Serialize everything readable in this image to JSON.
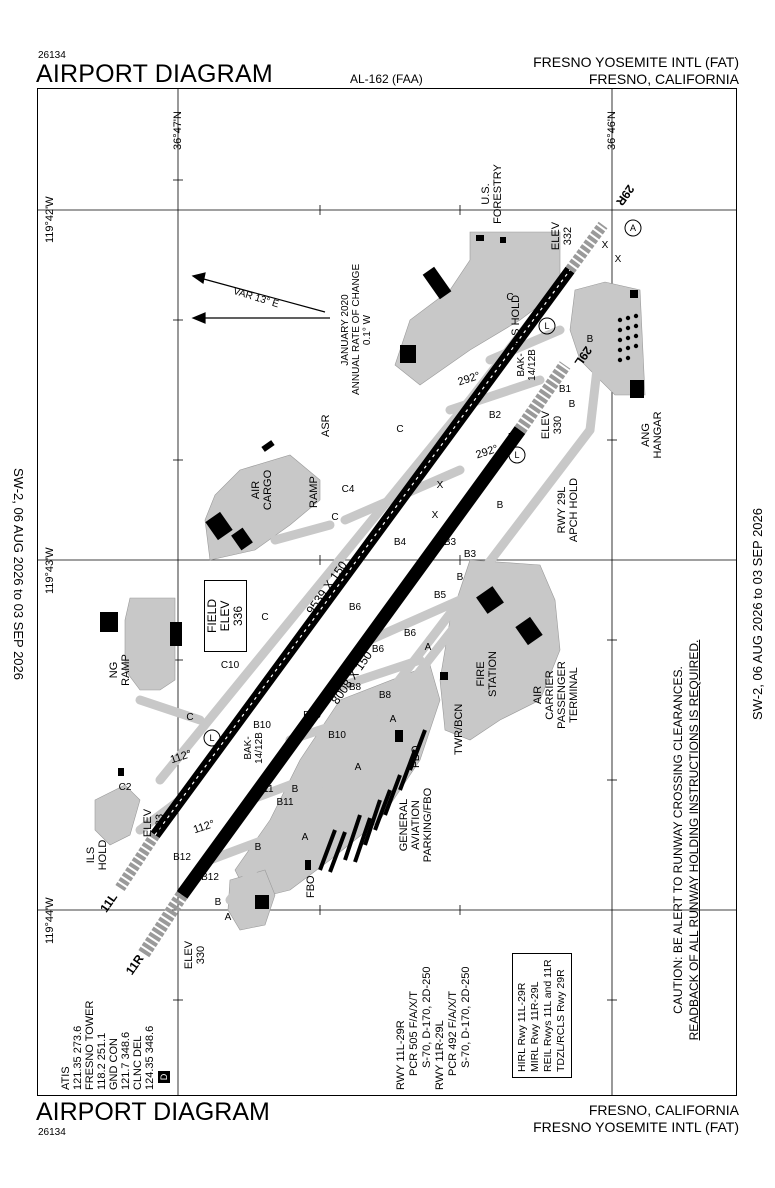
{
  "header": {
    "number": "26134",
    "title": "AIRPORT DIAGRAM",
    "chart_ref": "AL-162 (FAA)",
    "airport": "FRESNO YOSEMITE INTL (FAT)",
    "city": "FRESNO, CALIFORNIA"
  },
  "footer": {
    "title": "AIRPORT DIAGRAM",
    "number": "26134",
    "city": "FRESNO, CALIFORNIA",
    "airport": "FRESNO YOSEMITE INTL (FAT)"
  },
  "effective": {
    "left": "SW-2,  06 AUG 2026  to  03 SEP 2026",
    "right": "SW-2,  06 AUG 2026  to  03 SEP 2026"
  },
  "coords": {
    "lat1": "36°47'N",
    "lat2": "36°46'N",
    "lon1": "119°42'W",
    "lon2": "119°43'W",
    "lon3": "119°44'W"
  },
  "variation": {
    "var": "VAR 13° E",
    "l1": "JANUARY 2020",
    "l2": "ANNUAL RATE OF CHANGE",
    "l3": "0.1° W"
  },
  "field_elev": {
    "l1": "FIELD",
    "l2": "ELEV",
    "l3": "336"
  },
  "runways": {
    "r1": "9539 X 150",
    "r2": "8008 X 150",
    "e29r_l": "ELEV",
    "e29r_v": "332",
    "e29l_l": "ELEV",
    "e29l_v": "330",
    "e11l_l": "ELEV",
    "e11l_v": "333",
    "e11r_l": "ELEV",
    "e11r_v": "330",
    "id29r": "29R",
    "id29l": "29L",
    "id11l": "11L",
    "id11r": "11R",
    "hd292a": "292°",
    "hd292b": "292°",
    "hd112a": "112°",
    "hd112b": "112°",
    "bak1_l1": "BAK-",
    "bak1_l2": "14/12B",
    "bak2_l1": "BAK-",
    "bak2_l2": "14/12B"
  },
  "labels": {
    "us_forestry_1": "U.S.",
    "us_forestry_2": "FORESTRY",
    "ils_hold_top": "ILS HOLD",
    "ils_hold_bl_1": "ILS",
    "ils_hold_bl_2": "HOLD",
    "asr": "ASR",
    "ramp": "RAMP",
    "air_cargo_1": "AIR",
    "air_cargo_2": "CARGO",
    "ng_ramp_1": "NG",
    "ng_ramp_2": "RAMP",
    "ang_1": "ANG",
    "ang_2": "HANGAR",
    "apch_1": "RWY 29L",
    "apch_2": "APCH HOLD",
    "fire_1": "FIRE",
    "fire_2": "STATION",
    "twr": "TWR/BCN",
    "term_1": "AIR",
    "term_2": "CARRIER",
    "term_3": "PASSENGER",
    "term_4": "TERMINAL",
    "fbo1": "FBO",
    "fbo2": "FBO",
    "ga_1": "GENERAL",
    "ga_2": "AVIATION",
    "ga_3": "PARKING/FBO",
    "caution_1": "CAUTION: BE ALERT TO RUNWAY CROSSING CLEARANCES.",
    "caution_2": "READBACK OF ALL RUNWAY HOLDING INSTRUCTIONS IS REQUIRED."
  },
  "taxiways": {
    "c": "C",
    "c2": "C2",
    "c4": "C4",
    "c10": "C10",
    "a": "A",
    "b": "B",
    "b1": "B1",
    "b2": "B2",
    "b3": "B3",
    "b4": "B4",
    "b5": "B5",
    "b6": "B6",
    "b8": "B8",
    "b10": "B10",
    "b11": "B11",
    "b12": "B12",
    "x": "X"
  },
  "freq": {
    "atis": "ATIS",
    "atis_f": "121.35  273.6",
    "twr": "FRESNO TOWER",
    "twr_f": "118.2  251.1",
    "gnd": "GND CON",
    "gnd_f": "121.7  348.6",
    "clnc": "CLNC DEL",
    "clnc_f": "124.35  348.6",
    "d_badge": "D"
  },
  "rwy_info": {
    "a1": "RWY 11L-29R",
    "a2": "PCR 505 F/A/X/T",
    "a3": "S-70, D-170, 2D-250",
    "b1": "RWY 11R-29L",
    "b2": "PCR 492 F/A/X/T",
    "b3": "S-70, D-170, 2D-250"
  },
  "lights": {
    "l1": "HIRL Rwy 11L-29R",
    "l2": "MIRL Rwy 11R-29L",
    "l3": "REIL Rwys 11L and 11R",
    "l4": "TDZL/RCLS Rwy 29R"
  }
}
